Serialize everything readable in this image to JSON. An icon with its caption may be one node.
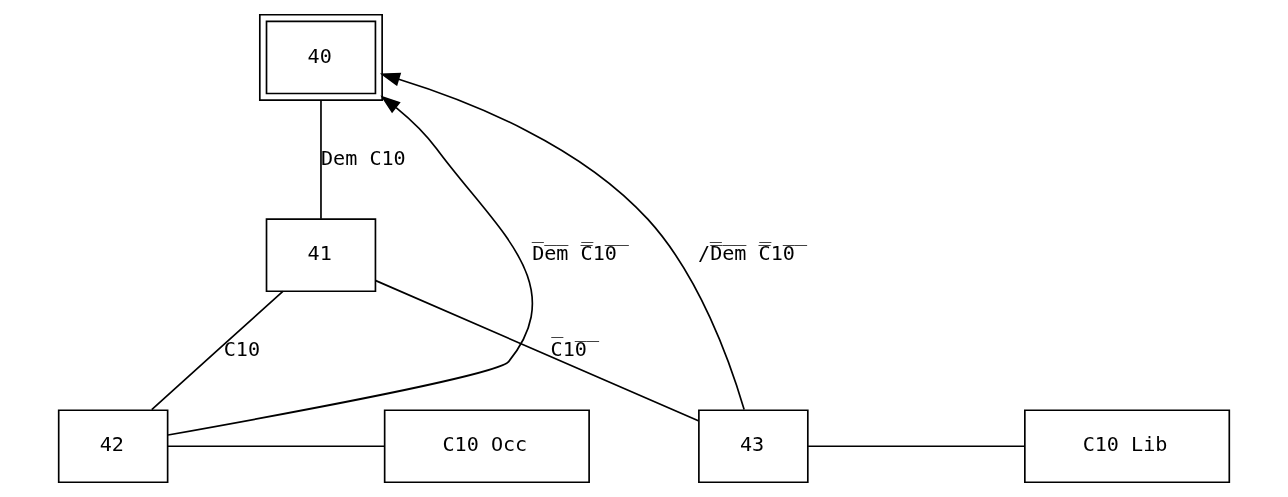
{
  "diagram": {
    "nodes": [
      {
        "text": [
          "40"
        ]
      },
      {
        "text": [
          "41"
        ]
      },
      {
        "text": [
          "42"
        ]
      },
      {
        "text": [
          "C10 Occ"
        ]
      },
      {
        "text": [
          "43"
        ]
      },
      {
        "text": [
          "C10 Lib"
        ]
      }
    ],
    "edges": [
      {
        "from": 0,
        "to": 1,
        "arrow": "none",
        "label": "Dem C10"
      },
      {
        "from": 1,
        "to": 2,
        "arrow": "none",
        "label": "C10"
      },
      {
        "from": 1,
        "to": 4,
        "arrow": "none",
        "label": "C̅1̅0̅"
      },
      {
        "from": 2,
        "to": 3,
        "arrow": "none"
      },
      {
        "from": 4,
        "to": 5,
        "arrow": "none"
      },
      {
        "from": 2,
        "to": 0,
        "arrow": "to",
        "label": "D̅e̅m̅ ̅C̅1̅0̅"
      },
      {
        "from": 4,
        "to": 0,
        "arrow": "to",
        "label": "/̅D̅e̅m̅ ̅C̅1̅0̅"
      }
    ]
  }
}
